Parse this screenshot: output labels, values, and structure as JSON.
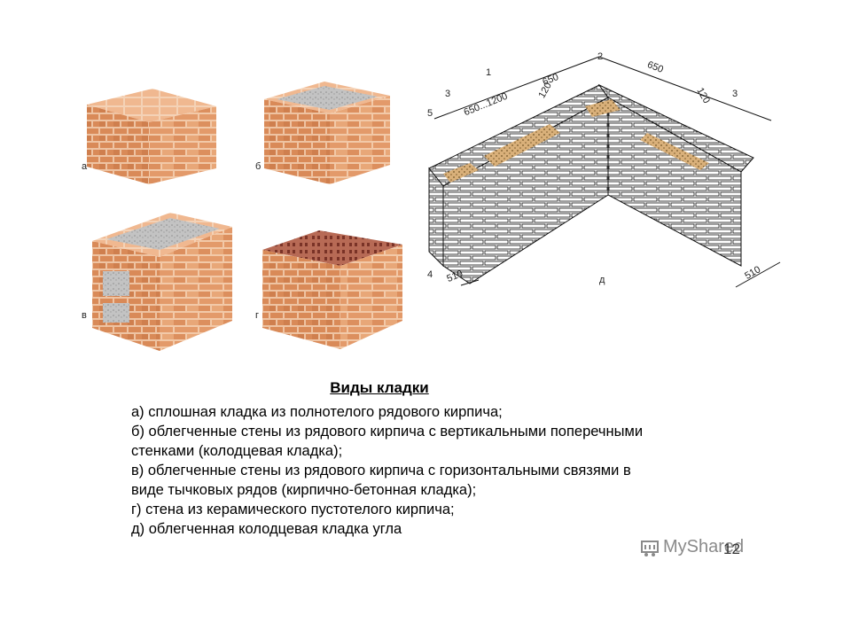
{
  "figure_labels": {
    "a": "а",
    "b": "б",
    "v": "в",
    "g": "г",
    "d": "д"
  },
  "dimensions": {
    "d650a": "650",
    "d650b": "650",
    "d120a": "120",
    "d120b": "120",
    "d510a": "510",
    "d510b": "510",
    "range": "650...1200",
    "n1": "1",
    "n2": "2",
    "n3a": "3",
    "n3b": "3",
    "n4": "4",
    "n5": "5"
  },
  "caption": {
    "title": "Виды кладки",
    "lines": [
      "а) сплошная кладка из полнотелого рядового кирпича;",
      "б) облегченные стены из рядового кирпича с вертикальными поперечными",
      "стенками (колодцевая кладка);",
      "в) облегченные стены из рядового кирпича с горизонтальными связями в",
      "виде тычковых рядов (кирпично-бетонная кладка);",
      "г) стена из керамического пустотелого кирпича;",
      "д) облегченная колодцевая кладка угла"
    ]
  },
  "watermark": {
    "text": "MyShared"
  },
  "page_number": "12",
  "colors": {
    "brick": "#e39a6a",
    "brick_dark": "#c4704a",
    "mortar": "#f6dcc8",
    "concrete": "#b9b9b9",
    "ceramic": "#a0523f",
    "fill": "#d6b27a"
  }
}
